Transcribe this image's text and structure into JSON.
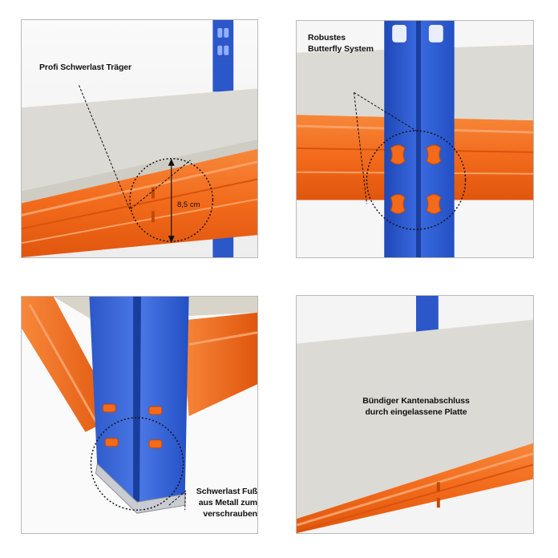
{
  "panels": {
    "beam": {
      "caption": "Profi Schwerlast Träger",
      "dimension": "8,5 cm"
    },
    "butterfly": {
      "caption_line1": "Robustes",
      "caption_line2": "Butterfly System"
    },
    "foot": {
      "caption_line1": "Schwerlast Fuß",
      "caption_line2": "aus Metall zum",
      "caption_line3": "verschrauben"
    },
    "board": {
      "caption_line1": "Bündiger Kantenabschluss",
      "caption_line2": "durch eingelassene Platte"
    }
  },
  "colors": {
    "shelf_orange": "#f26a1b",
    "upright_blue": "#2b57c8",
    "board_grey": "#dcdad4",
    "frame_grey": "#b9b9b9"
  }
}
